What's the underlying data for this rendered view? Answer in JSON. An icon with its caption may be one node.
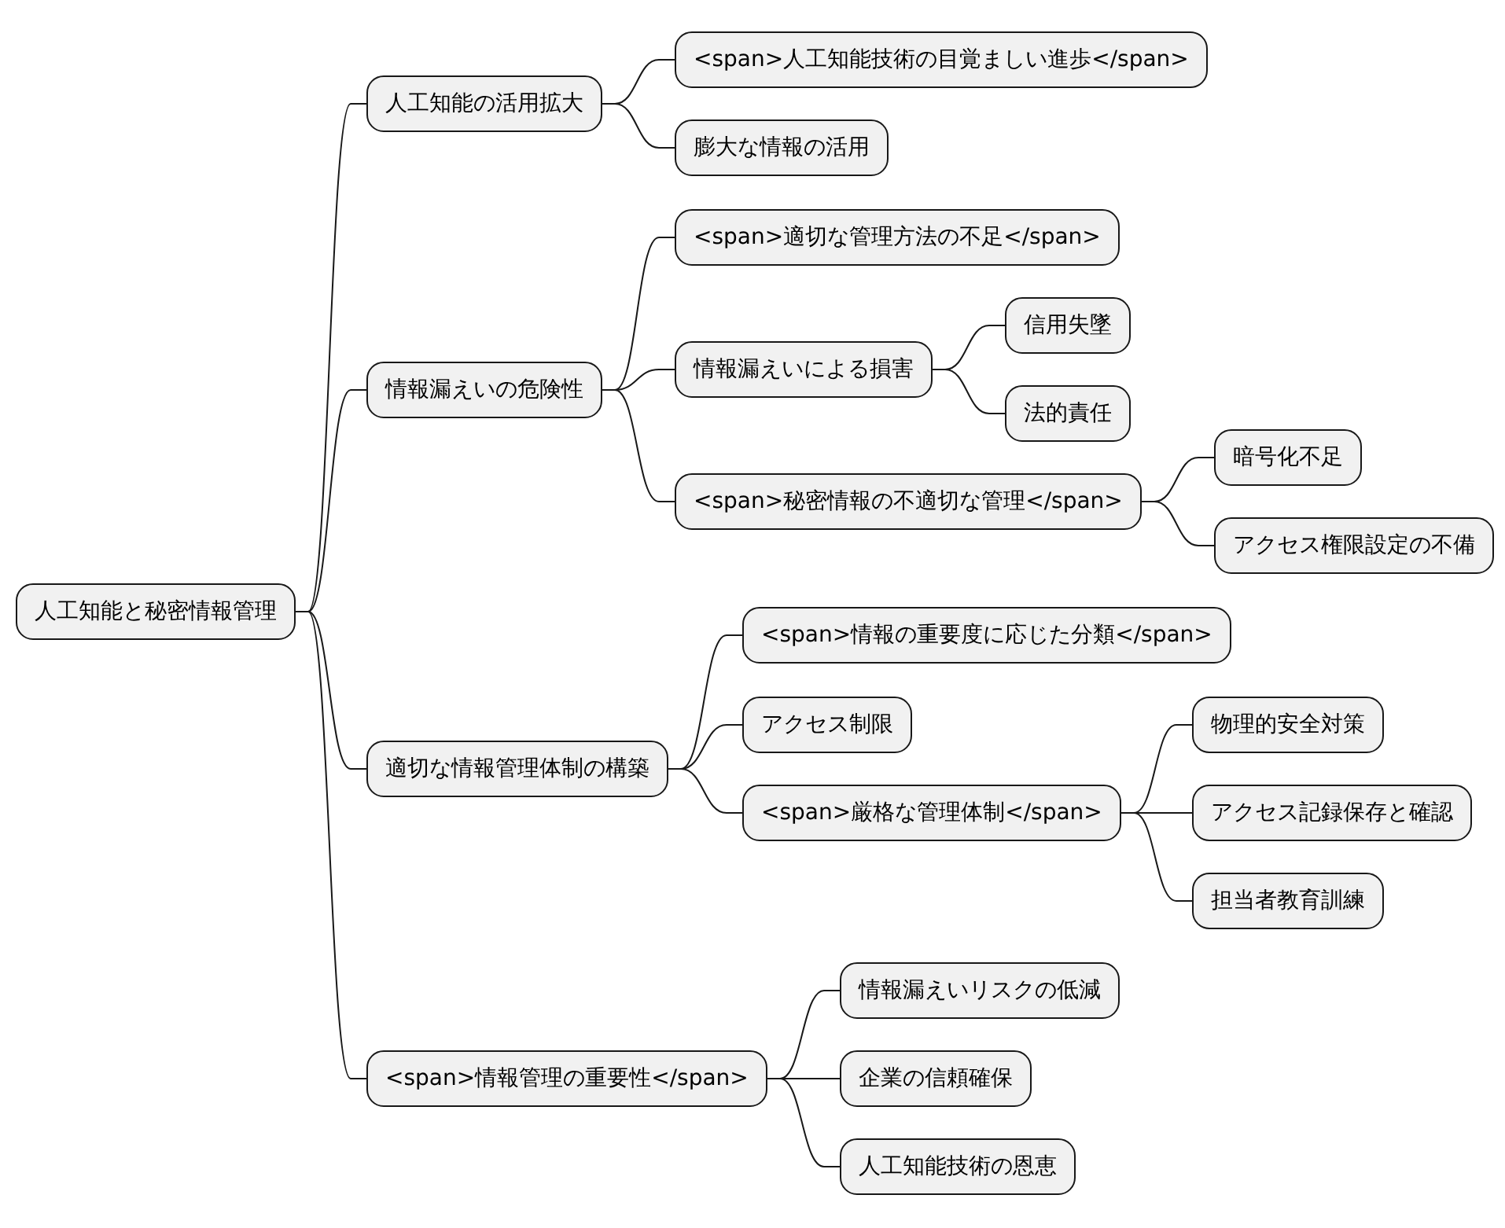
{
  "diagram": {
    "nodes": [
      {
        "text": [
          "人工知能と秘密情報管理"
        ]
      },
      {
        "text": [
          "人工知能の活用拡大"
        ]
      },
      {
        "text": [
          "<span>人工知能技術の目覚ましい進歩</span>"
        ]
      },
      {
        "text": [
          "膨大な情報の活用"
        ]
      },
      {
        "text": [
          "情報漏えいの危険性"
        ]
      },
      {
        "text": [
          "<span>適切な管理方法の不足</span>"
        ]
      },
      {
        "text": [
          "情報漏えいによる損害"
        ]
      },
      {
        "text": [
          "信用失墜"
        ]
      },
      {
        "text": [
          "法的責任"
        ]
      },
      {
        "text": [
          "<span>秘密情報の不適切な管理</span>"
        ]
      },
      {
        "text": [
          "暗号化不足"
        ]
      },
      {
        "text": [
          "アクセス権限設定の不備"
        ]
      },
      {
        "text": [
          "適切な情報管理体制の構築"
        ]
      },
      {
        "text": [
          "<span>情報の重要度に応じた分類</span>"
        ]
      },
      {
        "text": [
          "アクセス制限"
        ]
      },
      {
        "text": [
          "<span>厳格な管理体制</span>"
        ]
      },
      {
        "text": [
          "物理的安全対策"
        ]
      },
      {
        "text": [
          "アクセス記録保存と確認"
        ]
      },
      {
        "text": [
          "担当者教育訓練"
        ]
      },
      {
        "text": [
          "<span>情報管理の重要性</span>"
        ]
      },
      {
        "text": [
          "情報漏えいリスクの低減"
        ]
      },
      {
        "text": [
          "企業の信頼確保"
        ]
      },
      {
        "text": [
          "人工知能技術の恩恵"
        ]
      }
    ],
    "edges": [
      {
        "from": 0,
        "to": 1,
        "arrow": "none"
      },
      {
        "from": 1,
        "to": 2,
        "arrow": "none"
      },
      {
        "from": 1,
        "to": 3,
        "arrow": "none"
      },
      {
        "from": 0,
        "to": 4,
        "arrow": "none"
      },
      {
        "from": 4,
        "to": 5,
        "arrow": "none"
      },
      {
        "from": 4,
        "to": 6,
        "arrow": "none"
      },
      {
        "from": 6,
        "to": 7,
        "arrow": "none"
      },
      {
        "from": 6,
        "to": 8,
        "arrow": "none"
      },
      {
        "from": 4,
        "to": 9,
        "arrow": "none"
      },
      {
        "from": 9,
        "to": 10,
        "arrow": "none"
      },
      {
        "from": 9,
        "to": 11,
        "arrow": "none"
      },
      {
        "from": 0,
        "to": 12,
        "arrow": "none"
      },
      {
        "from": 12,
        "to": 13,
        "arrow": "none"
      },
      {
        "from": 12,
        "to": 14,
        "arrow": "none"
      },
      {
        "from": 12,
        "to": 15,
        "arrow": "none"
      },
      {
        "from": 15,
        "to": 16,
        "arrow": "none"
      },
      {
        "from": 15,
        "to": 17,
        "arrow": "none"
      },
      {
        "from": 15,
        "to": 18,
        "arrow": "none"
      },
      {
        "from": 0,
        "to": 19,
        "arrow": "none"
      },
      {
        "from": 19,
        "to": 20,
        "arrow": "none"
      },
      {
        "from": 19,
        "to": 21,
        "arrow": "none"
      },
      {
        "from": 19,
        "to": 22,
        "arrow": "none"
      }
    ]
  }
}
